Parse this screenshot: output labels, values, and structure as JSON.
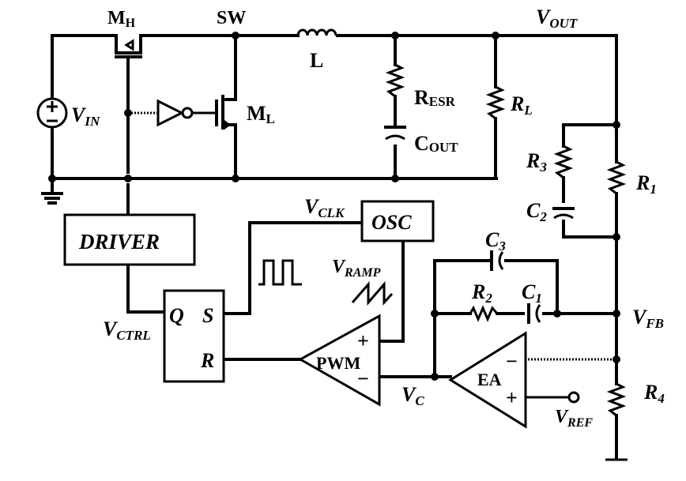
{
  "nodes": {
    "mh": "M",
    "mh_sub": "H",
    "sw": "SW",
    "l": "L",
    "vout": "V",
    "vout_sub": "OUT",
    "resr": "R",
    "resr_sub": "ESR",
    "cout": "C",
    "cout_sub": "OUT",
    "rl": "R",
    "rl_sub": "L",
    "vin": "V",
    "vin_sub": "IN",
    "ml": "M",
    "ml_sub": "L",
    "r3": "R",
    "r3_sub": "3",
    "c2": "C",
    "c2_sub": "2",
    "r1": "R",
    "r1_sub": "1",
    "vclk": "V",
    "vclk_sub": "CLK",
    "osc": "OSC",
    "driver": "DRIVER",
    "c3": "C",
    "c3_sub": "3",
    "vramp": "V",
    "vramp_sub": "RAMP",
    "r2": "R",
    "r2_sub": "2",
    "c1": "C",
    "c1_sub": "1",
    "vfb": "V",
    "vfb_sub": "FB",
    "q": "Q",
    "s": "S",
    "r": "R",
    "vctrl": "V",
    "vctrl_sub": "CTRL",
    "pwm": "PWM",
    "ea": "EA",
    "vc": "V",
    "vc_sub": "C",
    "r4": "R",
    "r4_sub": "4",
    "vref": "V",
    "vref_sub": "REF",
    "plus": "+",
    "minus": "−"
  }
}
